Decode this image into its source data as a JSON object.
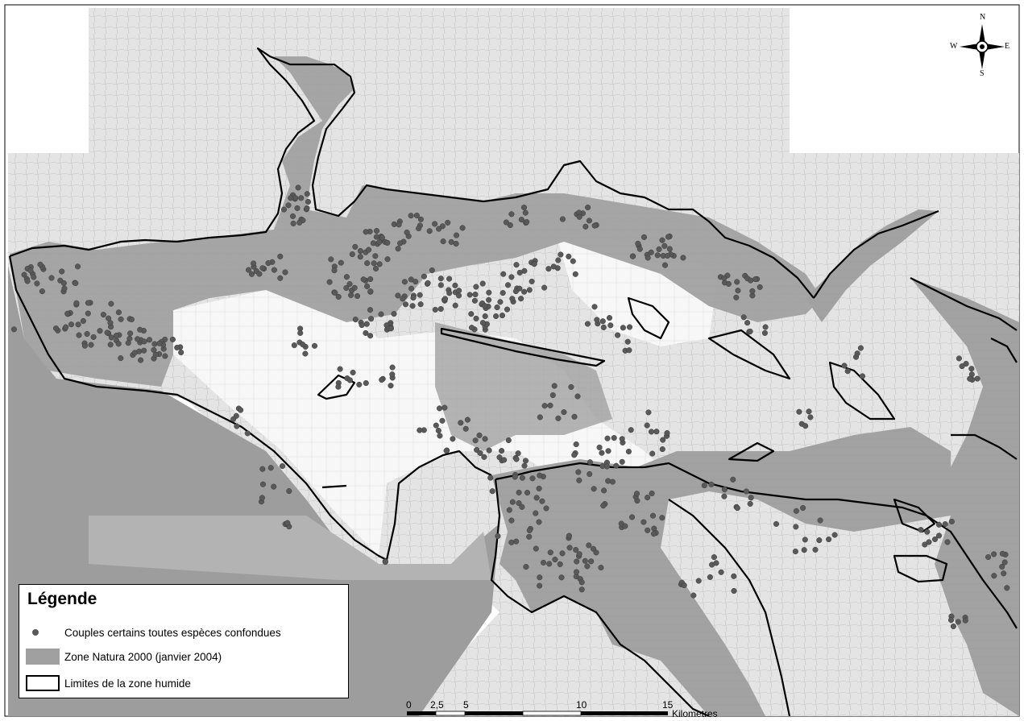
{
  "legend": {
    "title": "Légende",
    "items": [
      {
        "label": "Couples certains toutes espèces confondues",
        "symbol": "point",
        "color": "#595959"
      },
      {
        "label": "Zone Natura 2000 (janvier 2004)",
        "symbol": "fill",
        "color": "#a0a0a0"
      },
      {
        "label": "Limites de la zone humide",
        "symbol": "outline",
        "color": "#000000"
      }
    ]
  },
  "north_arrow": {
    "n": "N",
    "s": "S",
    "e": "E",
    "w": "W"
  },
  "scale_bar": {
    "ticks": [
      "0",
      "2,5",
      "5",
      "10",
      "15"
    ],
    "unit": "Kilometres"
  },
  "colors": {
    "sea": "#9d9d9d",
    "land": "#e6e6e6",
    "natura": "#a0a0a0",
    "marsh": "#f6f6f6",
    "points": "#595959",
    "boundary": "#000000"
  }
}
